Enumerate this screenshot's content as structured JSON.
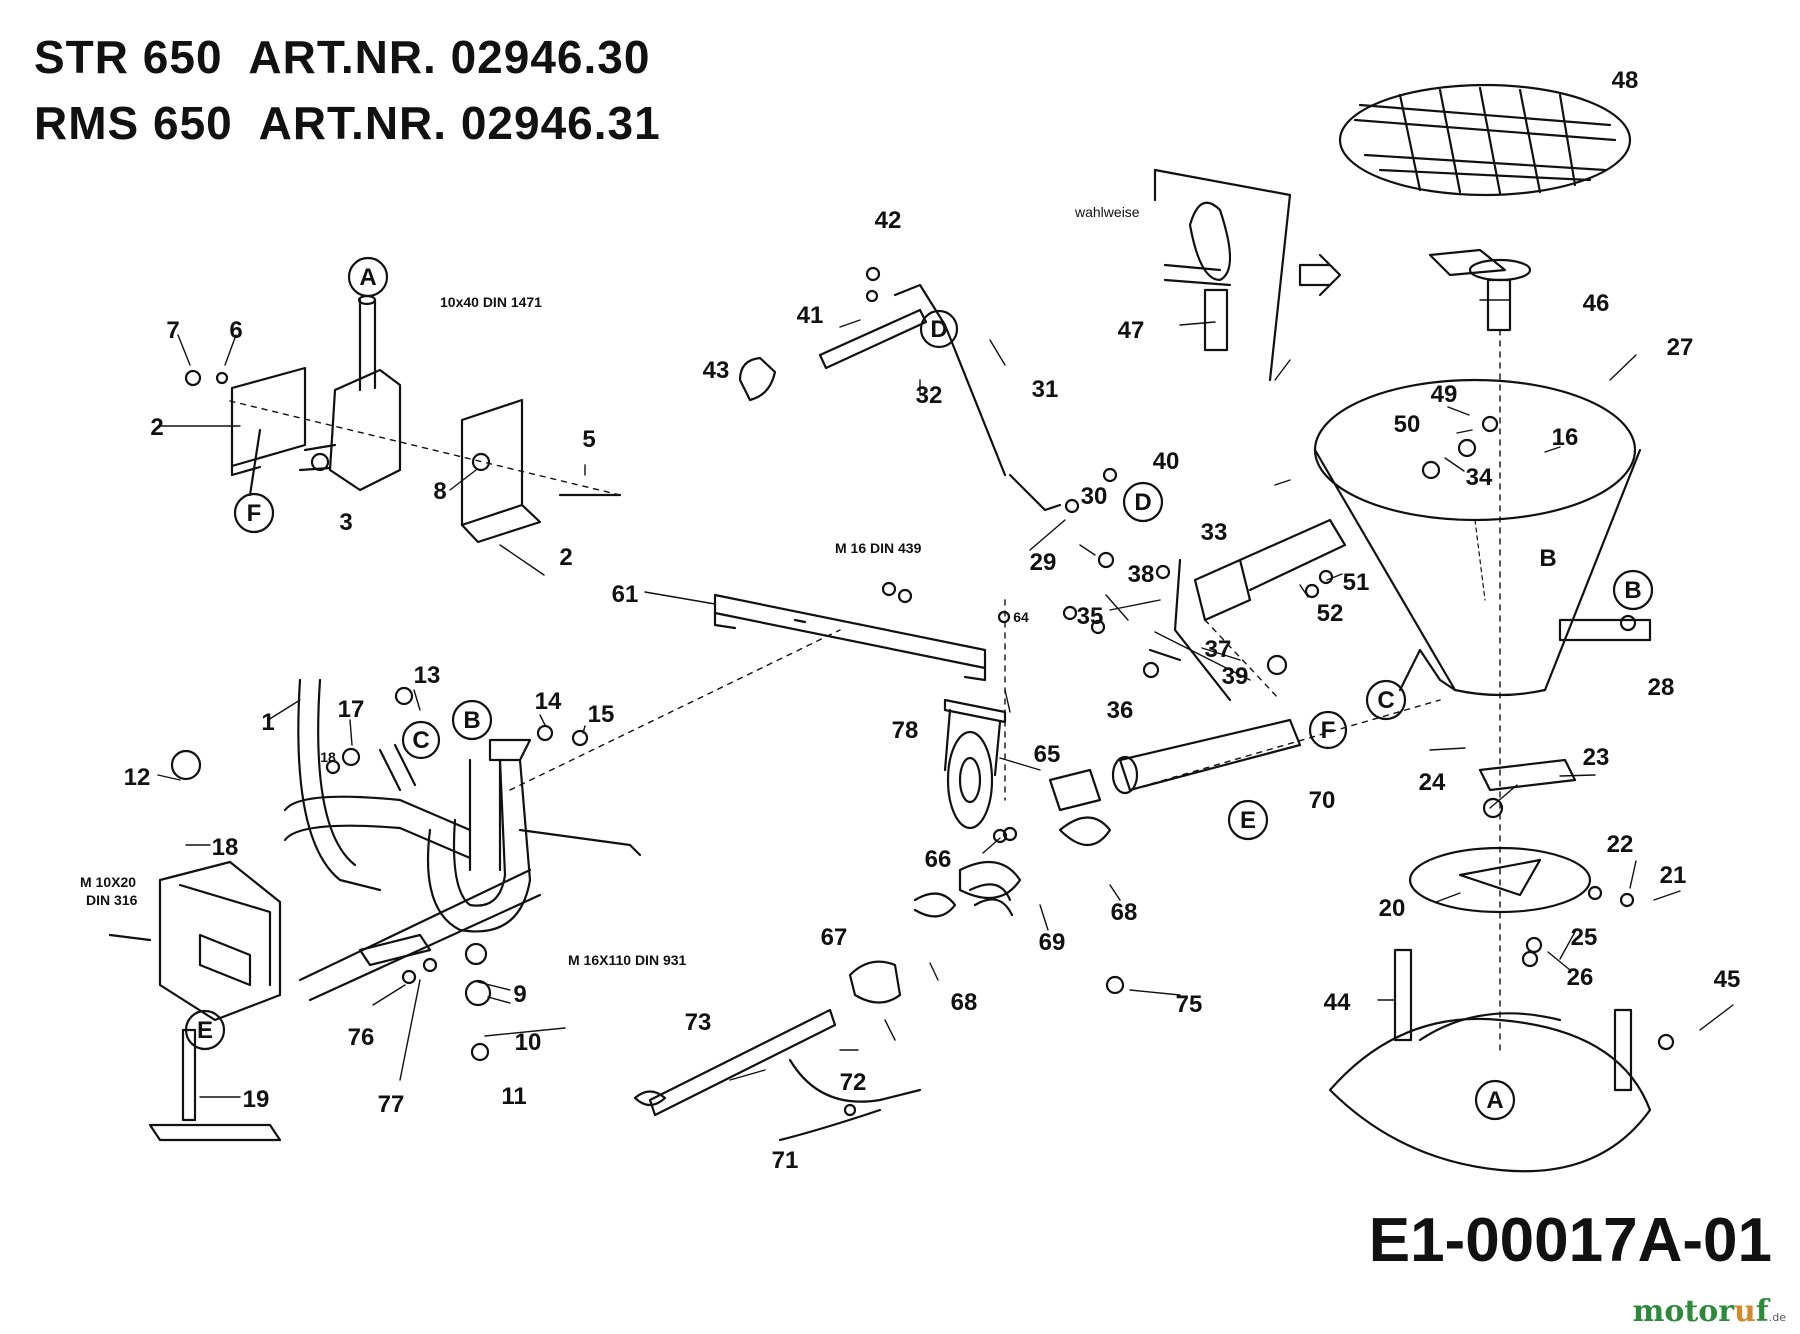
{
  "header": {
    "line1": "STR 650  ART.NR. 02946.30",
    "line2": "RMS 650  ART.NR. 02946.31"
  },
  "drawing_code": "E1-00017A-01",
  "watermark": {
    "text_before": "motor",
    "text_u": "u",
    "text_after": "f",
    "suffix": ".de"
  },
  "option_note": "wahlweise",
  "specs": {
    "pin": "10x40 DIN 1471",
    "nut": "M 16 DIN 439",
    "bolt": "M 16X110 DIN 931",
    "screw_line1": "M 10X20",
    "screw_line2": "DIN 316"
  },
  "reference_letters": [
    "A",
    "B",
    "C",
    "D",
    "E",
    "F"
  ],
  "part_labels": [
    "1",
    "2",
    "3",
    "5",
    "6",
    "7",
    "8",
    "9",
    "10",
    "11",
    "12",
    "13",
    "14",
    "15",
    "16",
    "17",
    "18",
    "19",
    "20",
    "21",
    "22",
    "23",
    "24",
    "25",
    "26",
    "27",
    "28",
    "29",
    "30",
    "31",
    "32",
    "33",
    "34",
    "35",
    "36",
    "37",
    "38",
    "39",
    "40",
    "41",
    "42",
    "43",
    "44",
    "45",
    "46",
    "47",
    "48",
    "49",
    "50",
    "51",
    "52",
    "61",
    "64",
    "65",
    "66",
    "67",
    "68",
    "69",
    "70",
    "71",
    "72",
    "73",
    "75",
    "76",
    "77",
    "78"
  ]
}
